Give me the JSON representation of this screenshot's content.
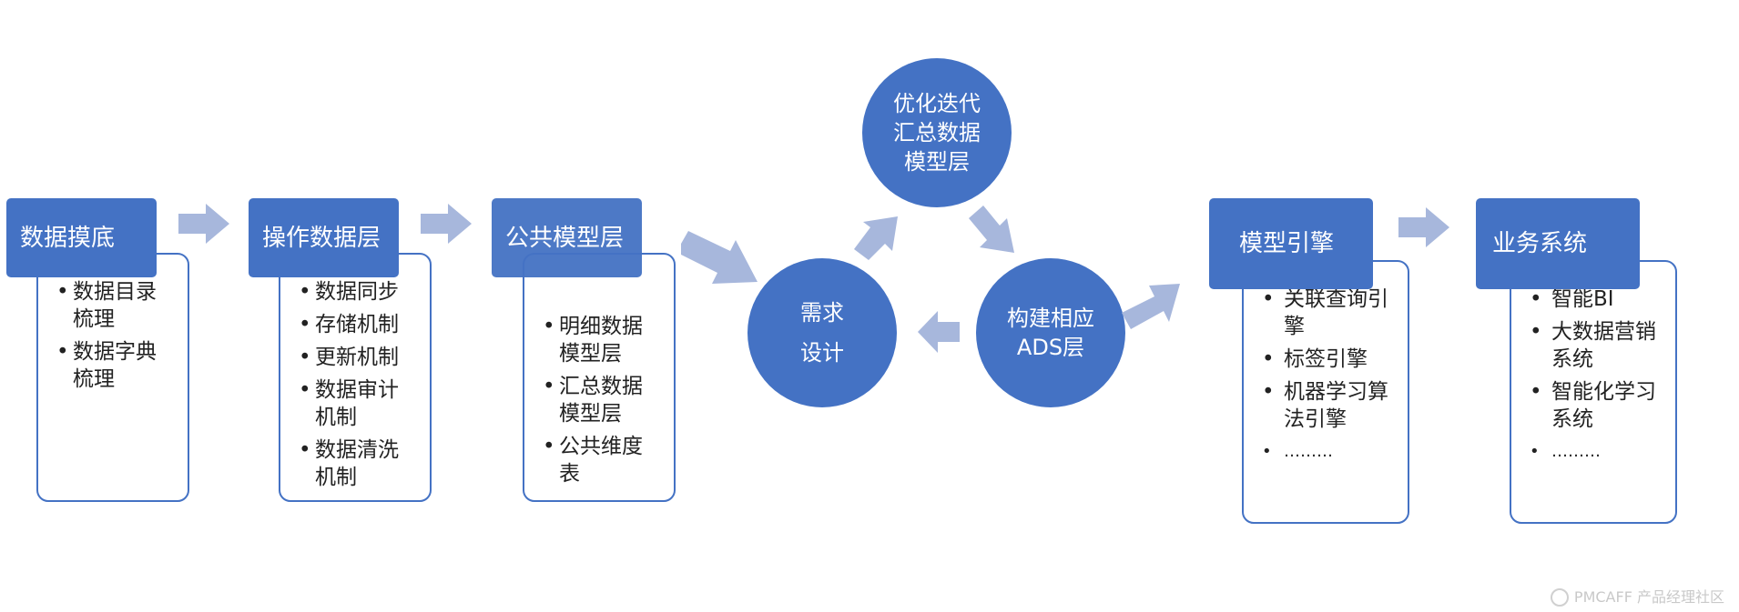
{
  "stages": [
    {
      "title": "数据摸底",
      "items": [
        "数据目录梳理",
        "数据字典梳理"
      ]
    },
    {
      "title": "操作数据层",
      "items": [
        "数据同步",
        "存储机制",
        "更新机制",
        "数据审计机制",
        "数据清洗机制"
      ]
    },
    {
      "title": "公共模型层",
      "items": [
        "明细数据模型层",
        "汇总数据模型层",
        "公共维度表"
      ]
    },
    {
      "title": "模型引擎",
      "items": [
        "关联查询引擎",
        "标签引擎",
        "机器学习算法引擎",
        "………"
      ]
    },
    {
      "title": "业务系统",
      "items": [
        "智能BI",
        "大数据营销系统",
        "智能化学习系统",
        "………"
      ]
    }
  ],
  "cycle": {
    "top": "优化迭代\n汇总数据\n模型层",
    "left": "需求\n设计",
    "right": "构建相应\nADS层"
  },
  "watermark": "PMCAFF 产品经理社区",
  "colors": {
    "primary": "#4472c4",
    "arrow": "#a7b7dc"
  }
}
